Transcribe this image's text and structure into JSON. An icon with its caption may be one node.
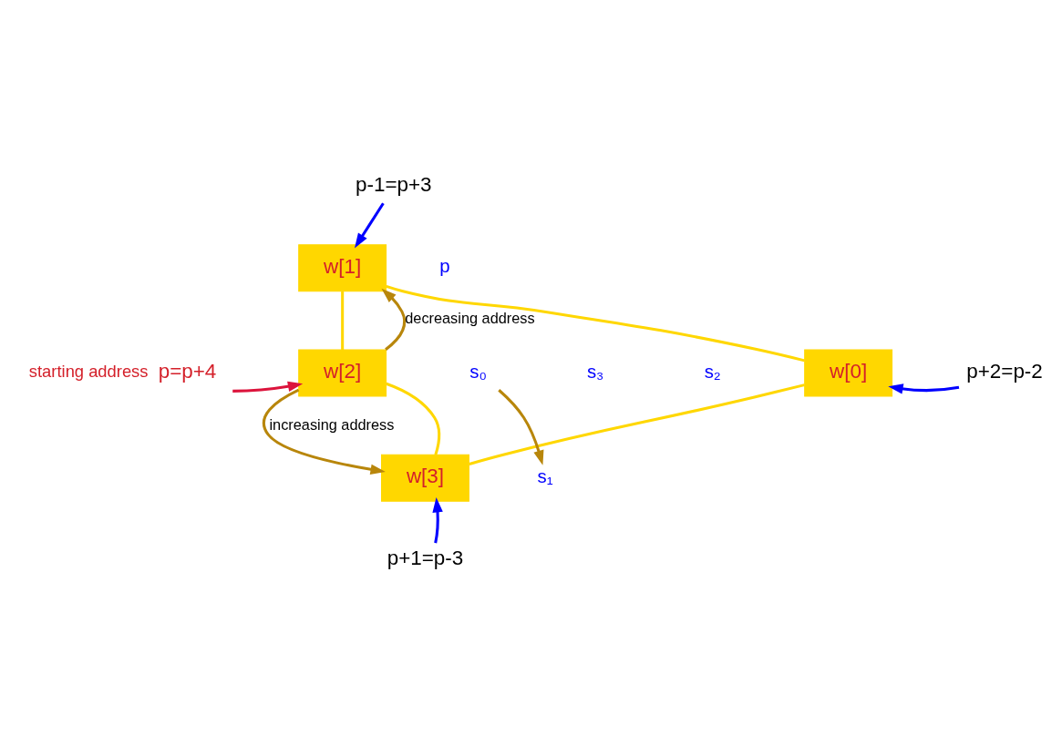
{
  "diagram": {
    "nodes": [
      {
        "text": [
          "p-1=p+3"
        ]
      },
      {
        "text": [
          "w[1]"
        ]
      },
      {
        "text": [
          "p=p+4"
        ],
        "beside": [
          "starting address"
        ]
      },
      {
        "text": [
          "w[2]"
        ]
      },
      {
        "text": [
          "w[0]"
        ]
      },
      {
        "text": [
          "p+2=p-2"
        ]
      },
      {
        "text": [
          "w[3]"
        ]
      },
      {
        "text": [
          "p+1=p-3"
        ]
      },
      {
        "text": [
          "s₀"
        ]
      },
      {
        "text": [
          "s₁"
        ]
      }
    ],
    "edges": [
      {
        "from": 0,
        "to": 1,
        "arrow": "to",
        "color": "#0000ff"
      },
      {
        "from": 2,
        "to": 3,
        "arrow": "to",
        "color": "#dc143c"
      },
      {
        "from": 5,
        "to": 4,
        "arrow": "to",
        "color": "#0000ff"
      },
      {
        "from": 7,
        "to": 6,
        "arrow": "to",
        "color": "#0000ff"
      },
      {
        "from": 1,
        "to": 4,
        "arrow": "none",
        "color": "#ffd700"
      },
      {
        "from": 4,
        "to": 6,
        "arrow": "none",
        "color": "#ffd700"
      },
      {
        "from": 6,
        "to": 3,
        "arrow": "none",
        "color": "#ffd700"
      },
      {
        "from": 3,
        "to": 1,
        "arrow": "none",
        "color": "#ffd700"
      },
      {
        "from": 3,
        "to": 1,
        "arrow": "to",
        "label": "decreasing address",
        "color": "#b8860b"
      },
      {
        "from": 3,
        "to": 6,
        "arrow": "to",
        "label": "increasing address",
        "color": "#b8860b"
      },
      {
        "from": 8,
        "to": 9,
        "arrow": "to",
        "color": "#b8860b"
      }
    ],
    "labels": [
      "p",
      "s₃",
      "s₂"
    ]
  }
}
